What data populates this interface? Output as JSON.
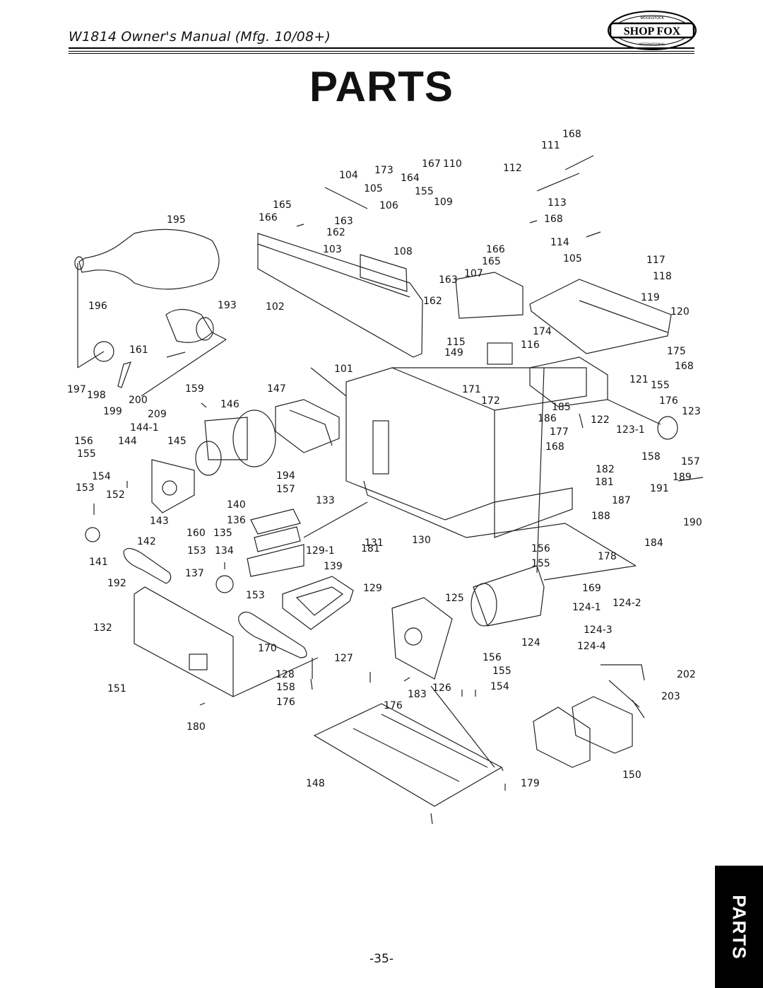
{
  "header": {
    "manual_title": "W1814 Owner's Manual (Mfg. 10/08+)",
    "logo": {
      "brand": "SHOP FOX",
      "ring_top": "WOODSTOCK",
      "ring_bottom": "INTERNATIONAL"
    }
  },
  "page_title": "PARTS",
  "side_tab": "PARTS",
  "page_number": "-35-",
  "diagram": {
    "part_labels": [
      "168",
      "111",
      "167",
      "110",
      "112",
      "104",
      "173",
      "164",
      "105",
      "155",
      "113",
      "109",
      "165",
      "106",
      "168",
      "195",
      "166",
      "163",
      "162",
      "114",
      "103",
      "108",
      "166",
      "165",
      "105",
      "117",
      "107",
      "118",
      "163",
      "119",
      "196",
      "193",
      "102",
      "162",
      "120",
      "174",
      "161",
      "115",
      "116",
      "175",
      "149",
      "168",
      "101",
      "121",
      "197",
      "198",
      "159",
      "147",
      "171",
      "155",
      "200",
      "146",
      "172",
      "185",
      "176",
      "123",
      "199",
      "209",
      "186",
      "122",
      "144-1",
      "177",
      "123-1",
      "156",
      "144",
      "145",
      "168",
      "155",
      "158",
      "157",
      "154",
      "194",
      "182",
      "189",
      "153",
      "152",
      "157",
      "181",
      "191",
      "140",
      "133",
      "187",
      "143",
      "136",
      "188",
      "190",
      "160",
      "135",
      "142",
      "153",
      "134",
      "129-1",
      "181",
      "131",
      "130",
      "184",
      "156",
      "178",
      "141",
      "137",
      "139",
      "155",
      "192",
      "153",
      "129",
      "169",
      "125",
      "124-1",
      "124-2",
      "132",
      "124",
      "124-3",
      "124-4",
      "170",
      "127",
      "156",
      "202",
      "128",
      "155",
      "151",
      "158",
      "126",
      "154",
      "203",
      "176",
      "176",
      "183",
      "180",
      "150",
      "148",
      "179"
    ]
  }
}
